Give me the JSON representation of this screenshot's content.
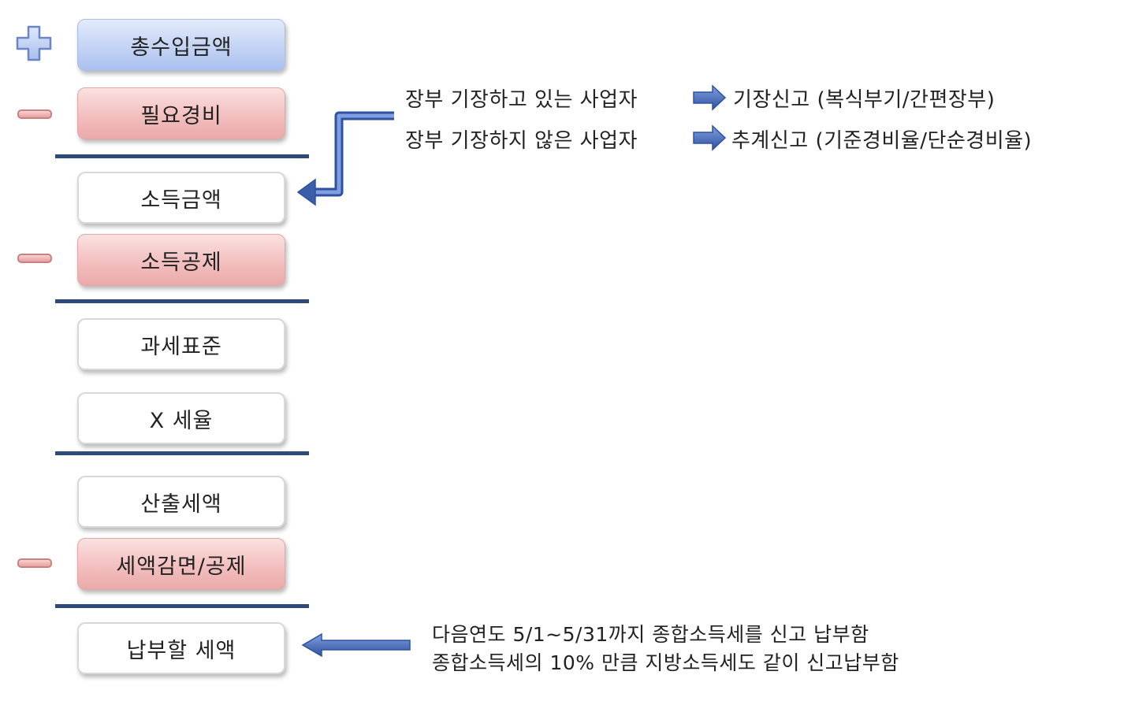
{
  "steps": {
    "total_income": "총수입금액",
    "necessary_expenses": "필요경비",
    "income_amount": "소득금액",
    "income_deduction": "소득공제",
    "tax_base": "과세표준",
    "tax_rate": "X 세율",
    "calculated_tax": "산출세액",
    "tax_reduction": "세액감면/공제",
    "tax_payable": "납부할 세액"
  },
  "notes": {
    "bookkeeping_yes": {
      "subject": "장부 기장하고 있는 사업자",
      "result": "기장신고 (복식부기/간편장부)"
    },
    "bookkeeping_no": {
      "subject": "장부 기장하지 않은 사업자",
      "result": "추계신고 (기준경비율/단순경비율)"
    },
    "payment_line1": "다음연도 5/1~5/31까지 종합소득세를 신고 납부함",
    "payment_line2": "종합소득세의 10% 만큼 지방소득세도 같이 신고납부함"
  },
  "colors": {
    "blue_box": "#c3d3f4",
    "red_box": "#f3bfbf",
    "rule": "#2e4a7a",
    "arrow": "#3a5fa8"
  }
}
